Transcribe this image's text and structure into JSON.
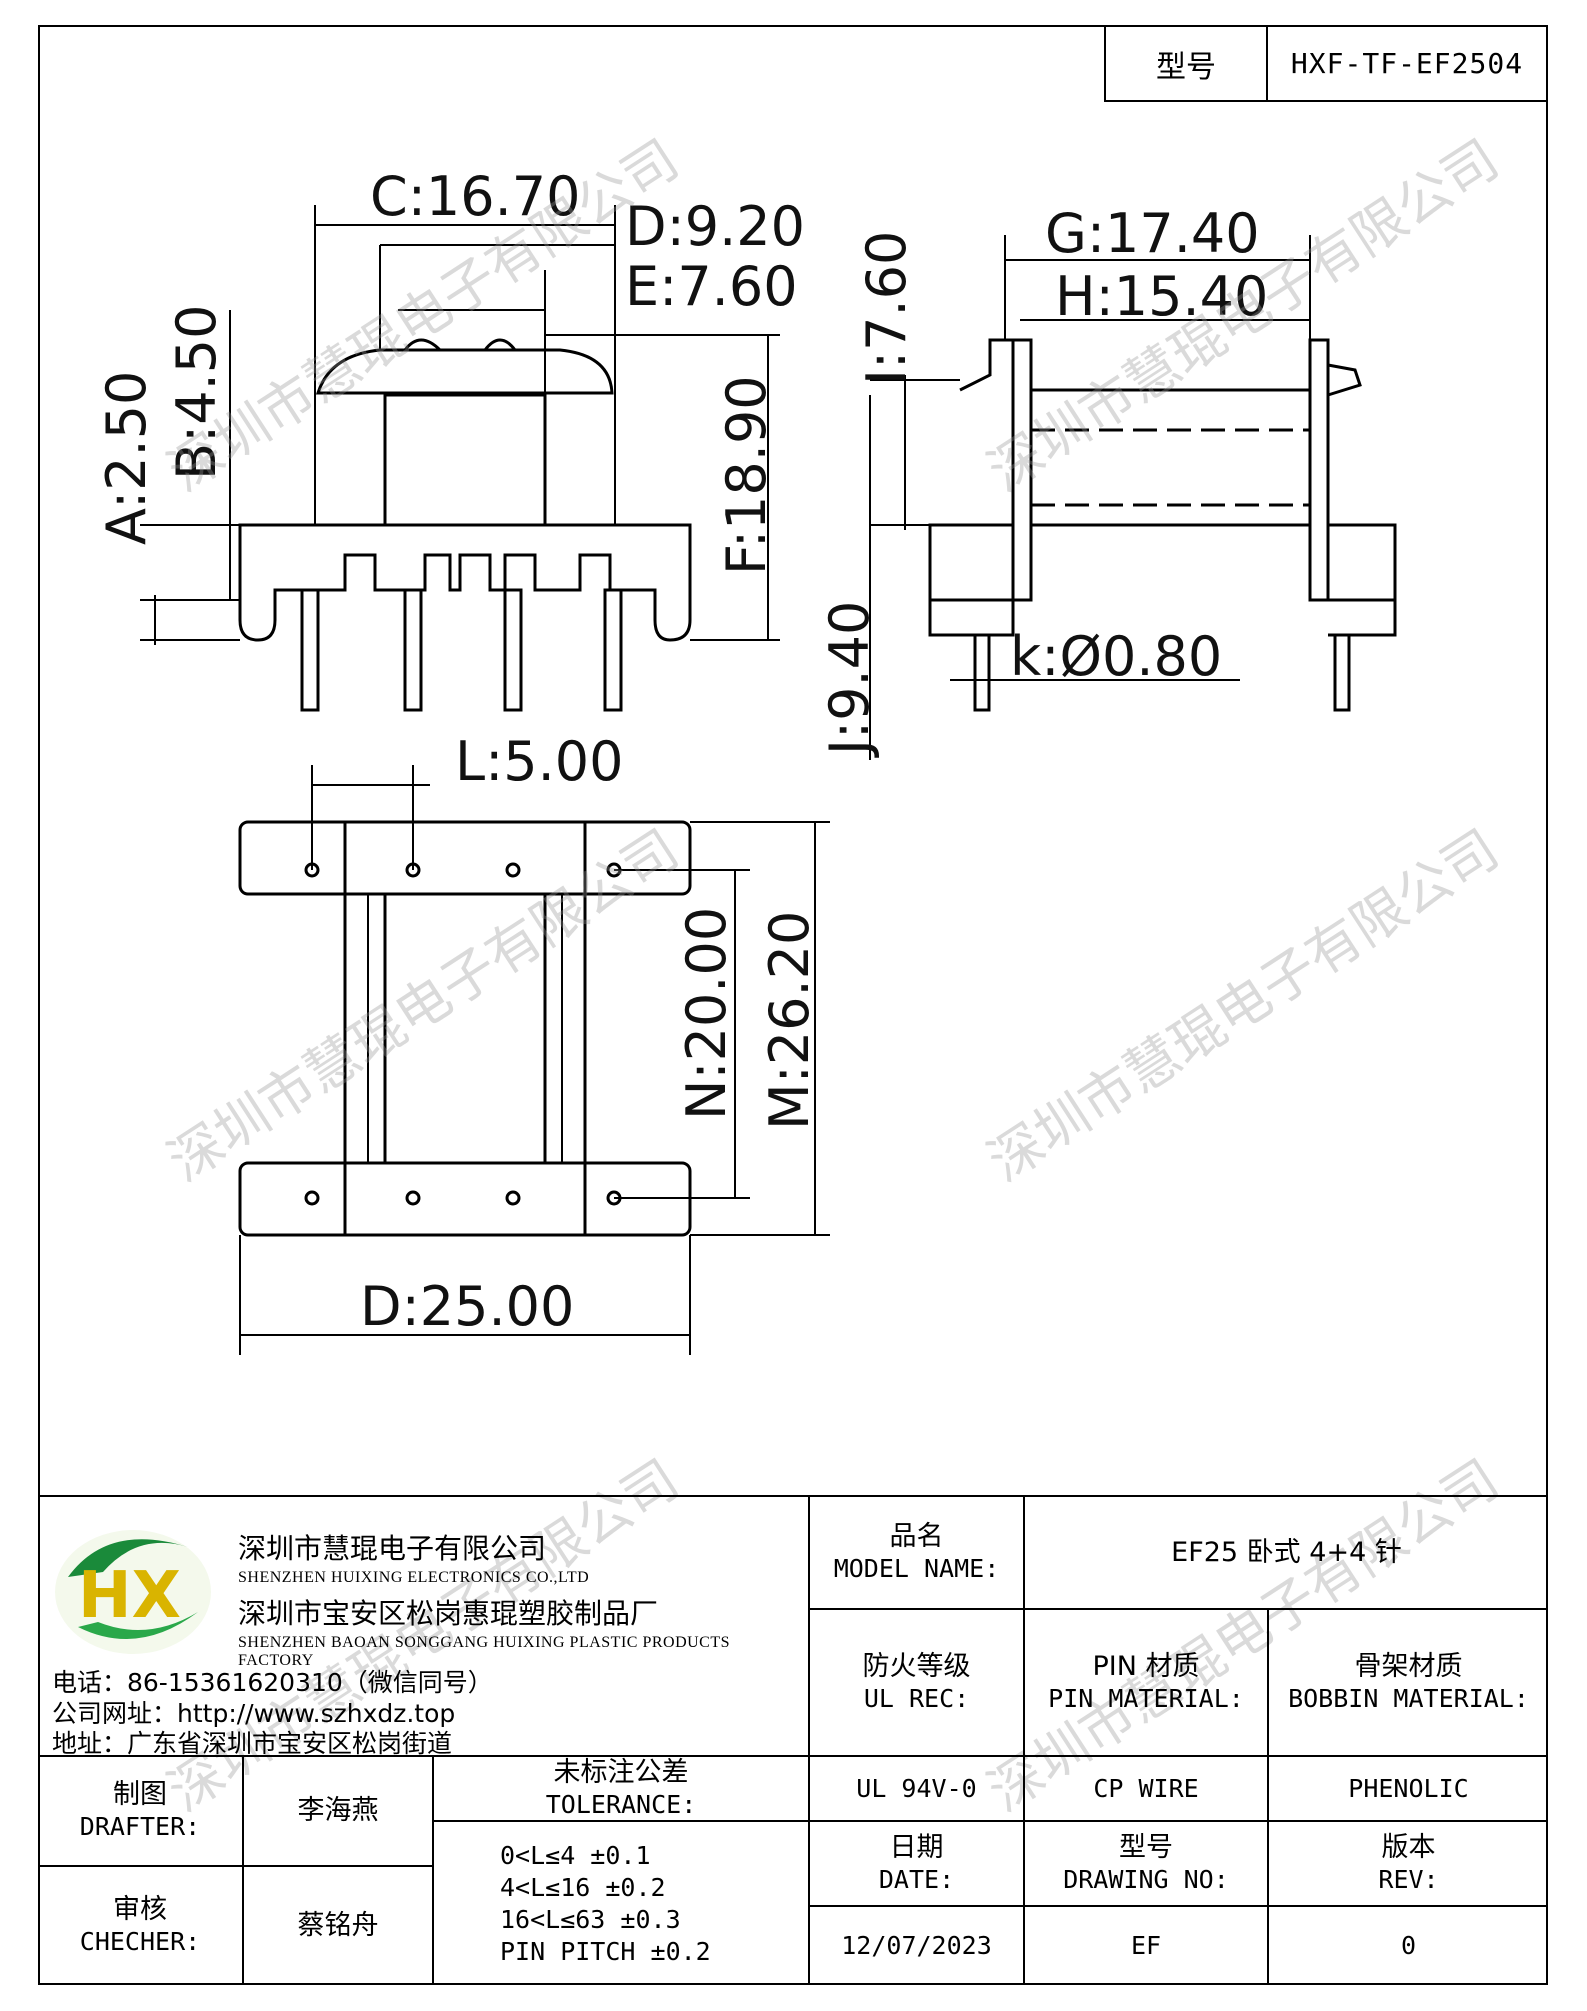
{
  "header": {
    "model_label": "型号",
    "model_value": "HXF-TF-EF2504"
  },
  "dimensions": {
    "C": "C:16.70",
    "D_top": "D:9.20",
    "E": "E:7.60",
    "F": "F:18.90",
    "A": "A:2.50",
    "B": "B:4.50",
    "G": "G:17.40",
    "H": "H:15.40",
    "I": "I:7.60",
    "J": "J:9.40",
    "K": "k:Ø0.80",
    "L": "L:5.00",
    "N": "N:20.00",
    "M": "M:26.20",
    "D_bottom": "D:25.00"
  },
  "watermark": "深圳市慧琨电子有限公司",
  "company": {
    "logo_text": "HX",
    "name_cn": "深圳市慧琨电子有限公司",
    "name_en": "SHENZHEN HUIXING ELECTRONICS CO.,LTD",
    "factory_cn": "深圳市宝安区松岗惠琨塑胶制品厂",
    "factory_en": "SHENZHEN BAOAN SONGGANG HUIXING PLASTIC PRODUCTS FACTORY",
    "phone": "电话：86-15361620310（微信同号）",
    "website": "公司网址：http://www.szhxdz.top",
    "address": "地址：广东省深圳市宝安区松岗街道"
  },
  "title_block": {
    "model_name_cn": "品名",
    "model_name_en": "MODEL NAME:",
    "model_name_value": "EF25 卧式 4+4 针",
    "ul_cn": "防火等级",
    "ul_en": "UL REC:",
    "ul_value": "UL 94V-0",
    "pin_cn": "PIN 材质",
    "pin_en": "PIN MATERIAL:",
    "pin_value": "CP WIRE",
    "bobbin_cn": "骨架材质",
    "bobbin_en": "BOBBIN MATERIAL:",
    "bobbin_value": "PHENOLIC",
    "drafter_cn": "制图",
    "drafter_en": "DRAFTER:",
    "drafter_value": "李海燕",
    "checker_cn": "审核",
    "checker_en": "CHECHER:",
    "checker_value": "蔡铭舟",
    "tolerance_cn": "未标注公差",
    "tolerance_en": "TOLERANCE:",
    "tolerance_rows": [
      "0<L≤4  ±0.1",
      "4<L≤16 ±0.2",
      "16<L≤63 ±0.3",
      "PIN PITCH ±0.2"
    ],
    "date_cn": "日期",
    "date_en": "DATE:",
    "date_value": "12/07/2023",
    "drawing_cn": "型号",
    "drawing_en": "DRAWING NO:",
    "drawing_value": "EF",
    "rev_cn": "版本",
    "rev_en": "REV:",
    "rev_value": "0"
  }
}
